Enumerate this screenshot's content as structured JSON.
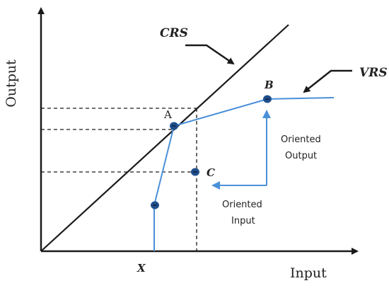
{
  "axes": {
    "y_label": "Output",
    "x_label": "Input"
  },
  "frontiers": {
    "crs_label": "CRS",
    "vrs_label": "VRS"
  },
  "points": {
    "a_label": "A",
    "b_label": "B",
    "c_label": "C",
    "x_label": "X"
  },
  "orientation": {
    "output_line1": "Oriented",
    "output_line2": "Output",
    "input_line1": "Oriented",
    "input_line2": "Input"
  },
  "colors": {
    "axis": "#1a1a1a",
    "vrs_line": "#4a90d9",
    "arrow": "#4a90d9",
    "point_fill": "#1f4e8c",
    "text": "#222222"
  }
}
